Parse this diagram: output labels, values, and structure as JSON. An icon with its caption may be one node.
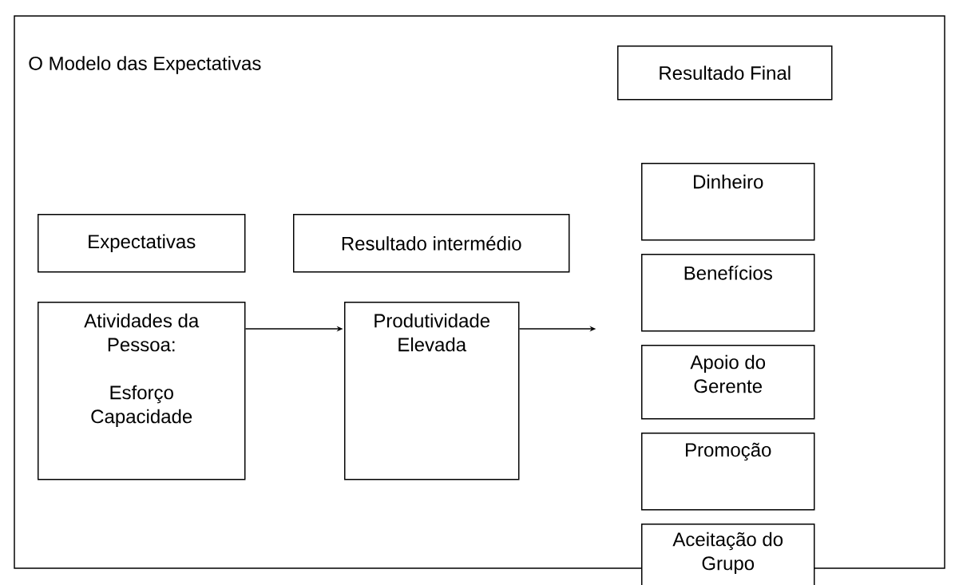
{
  "diagram": {
    "title": "O Modelo das Expectativas",
    "nodes": [
      {
        "text": [
          "Resultado Final"
        ]
      },
      {
        "text": [
          "Expectativas"
        ]
      },
      {
        "text": [
          "Resultado intermédio"
        ]
      },
      {
        "text": [
          "Atividades da Pessoa:",
          "Esforço Capacidade"
        ]
      },
      {
        "text": [
          "Produtividade Elevada"
        ]
      },
      {
        "text": [
          "Dinheiro"
        ]
      },
      {
        "text": [
          "Benefícios"
        ]
      },
      {
        "text": [
          "Apoio do Gerente"
        ]
      },
      {
        "text": [
          "Promoção"
        ]
      },
      {
        "text": [
          "Aceitação do Grupo"
        ]
      }
    ],
    "edges": [
      {
        "from": 3,
        "to": 4,
        "arrow": "to"
      },
      {
        "from": 4,
        "to": null,
        "arrow": "to"
      }
    ]
  }
}
